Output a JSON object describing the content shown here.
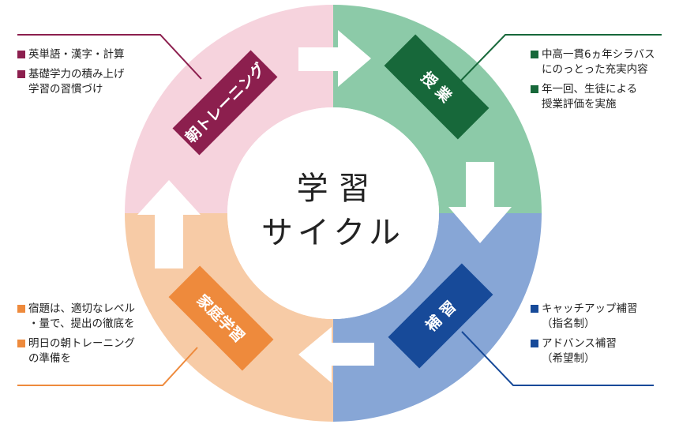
{
  "center": {
    "line1": "学 習",
    "line2": "サイクル"
  },
  "stages": [
    {
      "key": "morning",
      "label": "朝トレーニング",
      "color": "#8c1f4e",
      "ring_color": "#f6d3dd",
      "notes": [
        {
          "lines": [
            "英単語・漢字・計算"
          ]
        },
        {
          "lines": [
            "基礎学力の積み上げ",
            "学習の習慣づけ"
          ]
        }
      ]
    },
    {
      "key": "class",
      "label": "授 業",
      "color": "#17683a",
      "ring_color": "#8ccaa8",
      "notes": [
        {
          "lines": [
            "中高一貫6ヵ年シラバス",
            "にのっとった充実内容"
          ]
        },
        {
          "lines": [
            "年一回、生徒による",
            "授業評価を実施"
          ]
        }
      ]
    },
    {
      "key": "supplement",
      "label": "補 習",
      "color": "#174a99",
      "ring_color": "#87a6d6",
      "notes": [
        {
          "lines": [
            "キャッチアップ補習",
            "（指名制）"
          ]
        },
        {
          "lines": [
            "アドバンス補習",
            "（希望制）"
          ]
        }
      ]
    },
    {
      "key": "home",
      "label": "家庭学習",
      "color": "#ee8a3c",
      "ring_color": "#f7cba6",
      "notes": [
        {
          "lines": [
            "宿題は、適切なレベル",
            "・量で、提出の徹底を"
          ]
        },
        {
          "lines": [
            "明日の朝トレーニング",
            "の準備を"
          ]
        }
      ]
    }
  ]
}
